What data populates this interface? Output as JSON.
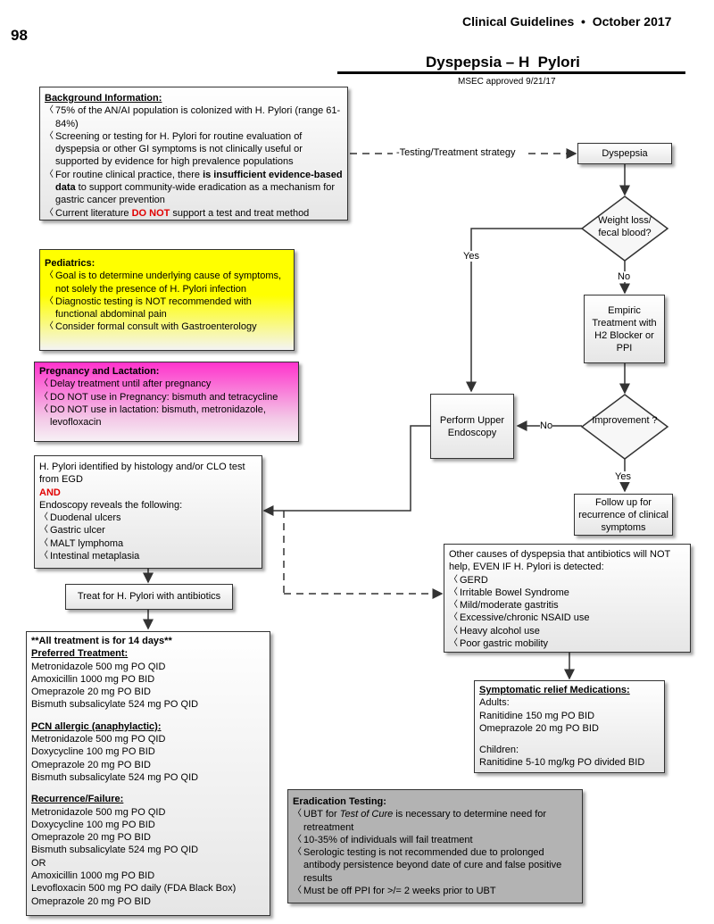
{
  "header": {
    "page_number": "98",
    "guidelines": "Clinical Guidelines  •  October 2017",
    "title": "Dyspepsia – H  Pylori",
    "approved": "MSEC approved 9/21/17"
  },
  "background": {
    "heading": "Background Information:",
    "b1": "75% of the AN/AI population is colonized with H. Pylori (range 61-84%)",
    "b2": "Screening or testing for H. Pylori for routine evaluation of dyspepsia or other GI symptoms is not clinically useful or supported by evidence for high prevalence populations",
    "b3_pre": "For routine clinical practice, there ",
    "b3_bold": "is insufficient evidence-based data",
    "b3_post": " to support community-wide eradication as a mechanism for gastric cancer prevention",
    "b4_pre": "Current literature ",
    "b4_red": "DO NOT",
    "b4_post": " support a test and treat method"
  },
  "pediatrics": {
    "heading": "Pediatrics:",
    "b1": "Goal is to determine underlying cause of symptoms, not solely the presence of H. Pylori infection",
    "b2": "Diagnostic testing is NOT recommended with functional abdominal pain",
    "b3": "Consider formal consult with Gastroenterology"
  },
  "pregnancy": {
    "heading": "Pregnancy and Lactation:",
    "b1": "Delay treatment until after pregnancy",
    "b2": "DO NOT use in Pregnancy: bismuth and tetracycline",
    "b3": "DO NOT use in lactation: bismuth, metronidazole, levofloxacin"
  },
  "flow": {
    "strategy": "-Testing/Treatment strategy",
    "dyspepsia": "Dyspepsia",
    "weight_q": "Weight loss/ fecal blood?",
    "yes1": "Yes",
    "no1": "No",
    "empiric": "Empiric Treatment with H2 Blocker or PPI",
    "improvement_q": "Improvement ?",
    "no2": "No",
    "yes2": "Yes",
    "endoscopy": "Perform Upper Endoscopy",
    "followup": "Follow up for recurrence of clinical symptoms",
    "treat": "Treat for H. Pylori with antibiotics"
  },
  "hpylori": {
    "line1": "H. Pylori identified by histology and/or CLO test from EGD",
    "and": "AND",
    "line2": "Endoscopy reveals the following:",
    "items": [
      "Duodenal ulcers",
      "Gastric ulcer",
      "MALT lymphoma",
      "Intestinal metaplasia"
    ]
  },
  "other": {
    "intro": "Other causes of dyspepsia that antibiotics will NOT help, EVEN IF H. Pylori is detected:",
    "items": [
      "GERD",
      "Irritable Bowel Syndrome",
      "Mild/moderate gastritis",
      "Excessive/chronic NSAID use",
      "Heavy alcohol use",
      "Poor gastric mobility"
    ]
  },
  "symptomatic": {
    "heading": "Symptomatic relief Medications:",
    "adults": "Adults:",
    "a1": "Ranitidine 150 mg PO BID",
    "a2": "Omeprazole 20 mg PO BID",
    "children": "Children:",
    "c1": "Ranitidine 5-10 mg/kg PO divided BID"
  },
  "treatment": {
    "all": "**All treatment is for 14 days**",
    "pref_h": "Preferred Treatment:",
    "pref": [
      "Metronidazole 500 mg PO QID",
      "Amoxicillin 1000 mg PO BID",
      "Omeprazole 20 mg PO BID",
      "Bismuth subsalicylate 524 mg PO QID"
    ],
    "pcn_h": "PCN allergic (anaphylactic):",
    "pcn": [
      "Metronidazole 500 mg PO QID",
      "Doxycycline 100 mg PO BID",
      "Omeprazole 20 mg PO BID",
      "Bismuth subsalicylate 524 mg PO QID"
    ],
    "rec_h": "Recurrence/Failure:",
    "rec": [
      "Metronidazole 500 mg PO QID",
      "Doxycycline 100 mg PO BID",
      "Omeprazole 20 mg PO BID",
      "Bismuth subsalicylate 524 mg PO QID",
      "OR",
      "Amoxicillin 1000 mg PO BID",
      "Levofloxacin 500 mg PO daily (FDA Black Box)",
      "Omeprazole 20 mg PO BID"
    ]
  },
  "eradication": {
    "heading": "Eradication Testing:",
    "b1_pre": "UBT for ",
    "b1_it": "Test of Cure",
    "b1_post": " is necessary to determine need for retreatment",
    "b2": "10-35% of individuals will fail treatment",
    "b3": "Serologic testing is not recommended due to prolonged antibody persistence beyond date of cure and false positive results",
    "b4": "Must be off PPI for >/= 2 weeks prior to UBT"
  },
  "colors": {
    "pediatrics_top": "#ffff00",
    "pregnancy_top": "#ff33cc",
    "eradication_bg": "#b3b3b3",
    "red_text": "#e10000"
  }
}
